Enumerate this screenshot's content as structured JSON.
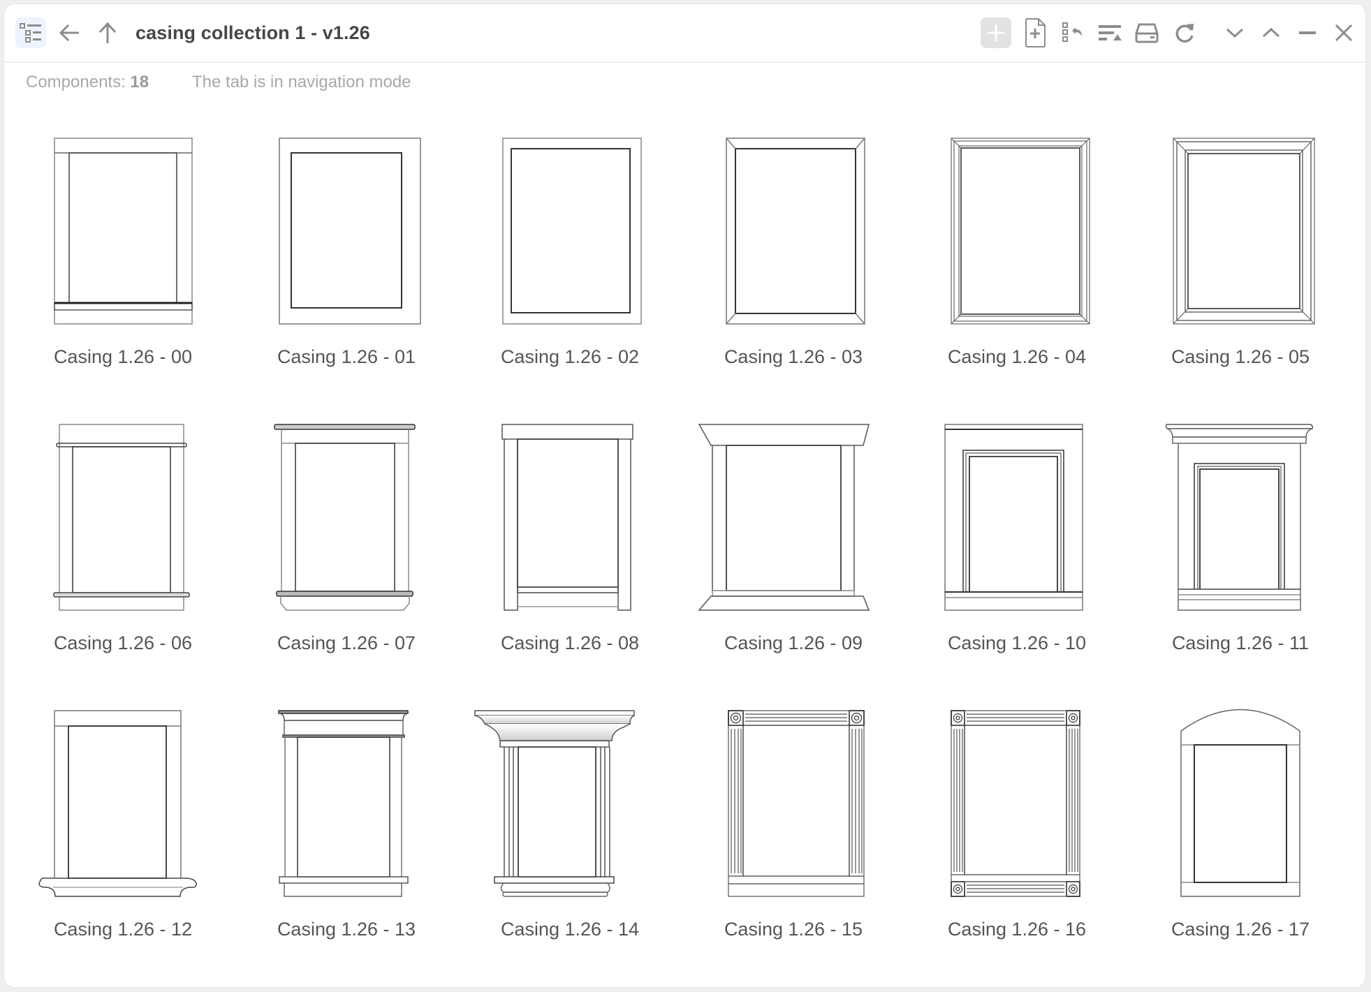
{
  "window": {
    "title": "casing collection 1 - v1.26",
    "background_color": "#ffffff",
    "accent_color": "#eef4fd"
  },
  "toolbar_left": [
    {
      "name": "tree-view-toggle",
      "icon": "list-tree-icon",
      "active": true
    },
    {
      "name": "back",
      "icon": "arrow-left-icon"
    },
    {
      "name": "up",
      "icon": "arrow-up-icon"
    }
  ],
  "toolbar_right": [
    {
      "name": "add",
      "icon": "plus-icon",
      "disabled": true
    },
    {
      "name": "new-file",
      "icon": "file-plus-icon"
    },
    {
      "name": "revert-list",
      "icon": "list-undo-icon"
    },
    {
      "name": "sort",
      "icon": "sort-icon"
    },
    {
      "name": "save",
      "icon": "drive-icon"
    },
    {
      "name": "refresh",
      "icon": "refresh-icon"
    },
    {
      "name": "expand",
      "icon": "chevron-down-icon"
    },
    {
      "name": "collapse",
      "icon": "chevron-up-icon"
    },
    {
      "name": "minimize",
      "icon": "minus-icon"
    },
    {
      "name": "close",
      "icon": "close-icon"
    }
  ],
  "status": {
    "components_label": "Components:",
    "components_count": "18",
    "mode_text": "The tab is in navigation mode"
  },
  "items": [
    {
      "label": "Casing 1.26 - 00"
    },
    {
      "label": "Casing 1.26 - 01"
    },
    {
      "label": "Casing 1.26 - 02"
    },
    {
      "label": "Casing 1.26 - 03"
    },
    {
      "label": "Casing 1.26 - 04"
    },
    {
      "label": "Casing 1.26 - 05"
    },
    {
      "label": "Casing 1.26 - 06"
    },
    {
      "label": "Casing 1.26 - 07"
    },
    {
      "label": "Casing 1.26 - 08"
    },
    {
      "label": "Casing 1.26 - 09"
    },
    {
      "label": "Casing 1.26 - 10"
    },
    {
      "label": "Casing 1.26 - 11"
    },
    {
      "label": "Casing 1.26 - 12"
    },
    {
      "label": "Casing 1.26 - 13"
    },
    {
      "label": "Casing 1.26 - 14"
    },
    {
      "label": "Casing 1.26 - 15"
    },
    {
      "label": "Casing 1.26 - 16"
    },
    {
      "label": "Casing 1.26 - 17"
    }
  ]
}
